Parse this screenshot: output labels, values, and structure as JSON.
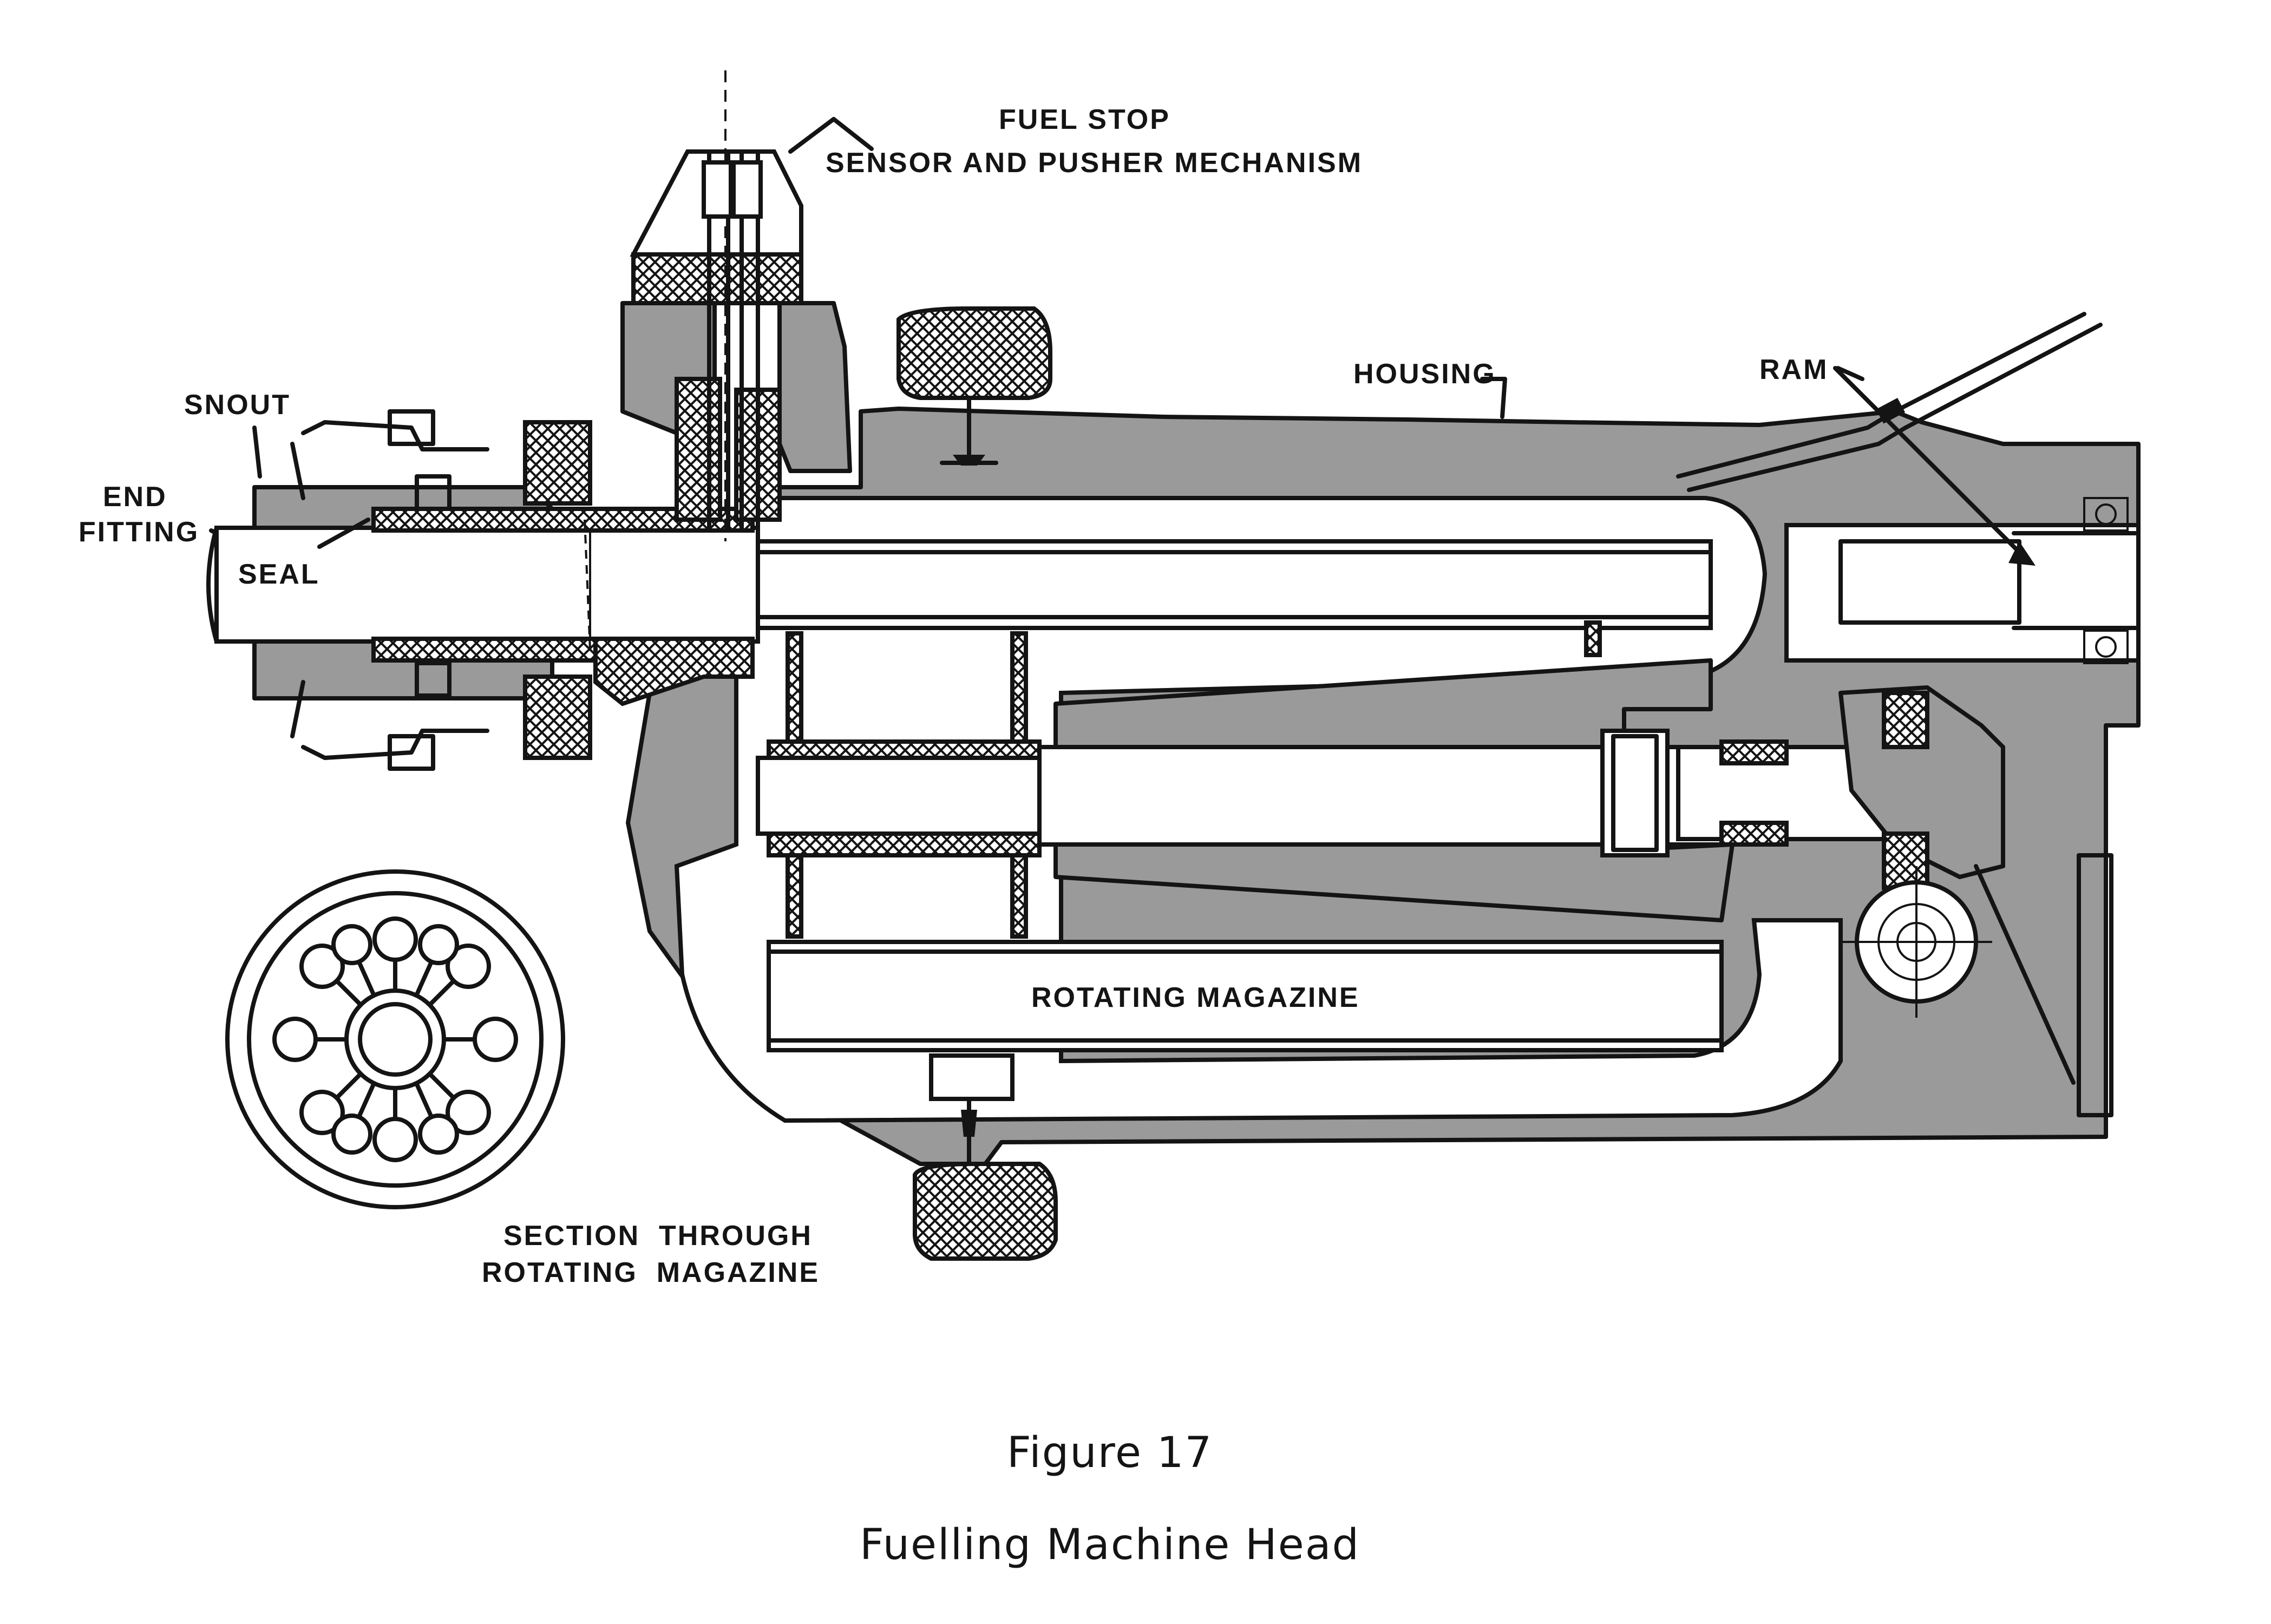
{
  "labels": {
    "fuel_stop_line1": "FUEL STOP",
    "fuel_stop_line2": "SENSOR AND PUSHER MECHANISM",
    "housing": "HOUSING",
    "ram": "RAM",
    "snout": "SNOUT",
    "end_line1": "END",
    "end_line2": "FITTING",
    "seal": "SEAL",
    "rotating_magazine": "ROTATING MAGAZINE",
    "section_line1": "SECTION  THROUGH",
    "section_line2": "ROTATING  MAGAZINE"
  },
  "caption": {
    "figure": "Figure 17",
    "title": "Fuelling Machine Head"
  },
  "colors": {
    "ink": "#141414",
    "housing_fill": "#9a9a9a",
    "paper": "#ffffff"
  }
}
